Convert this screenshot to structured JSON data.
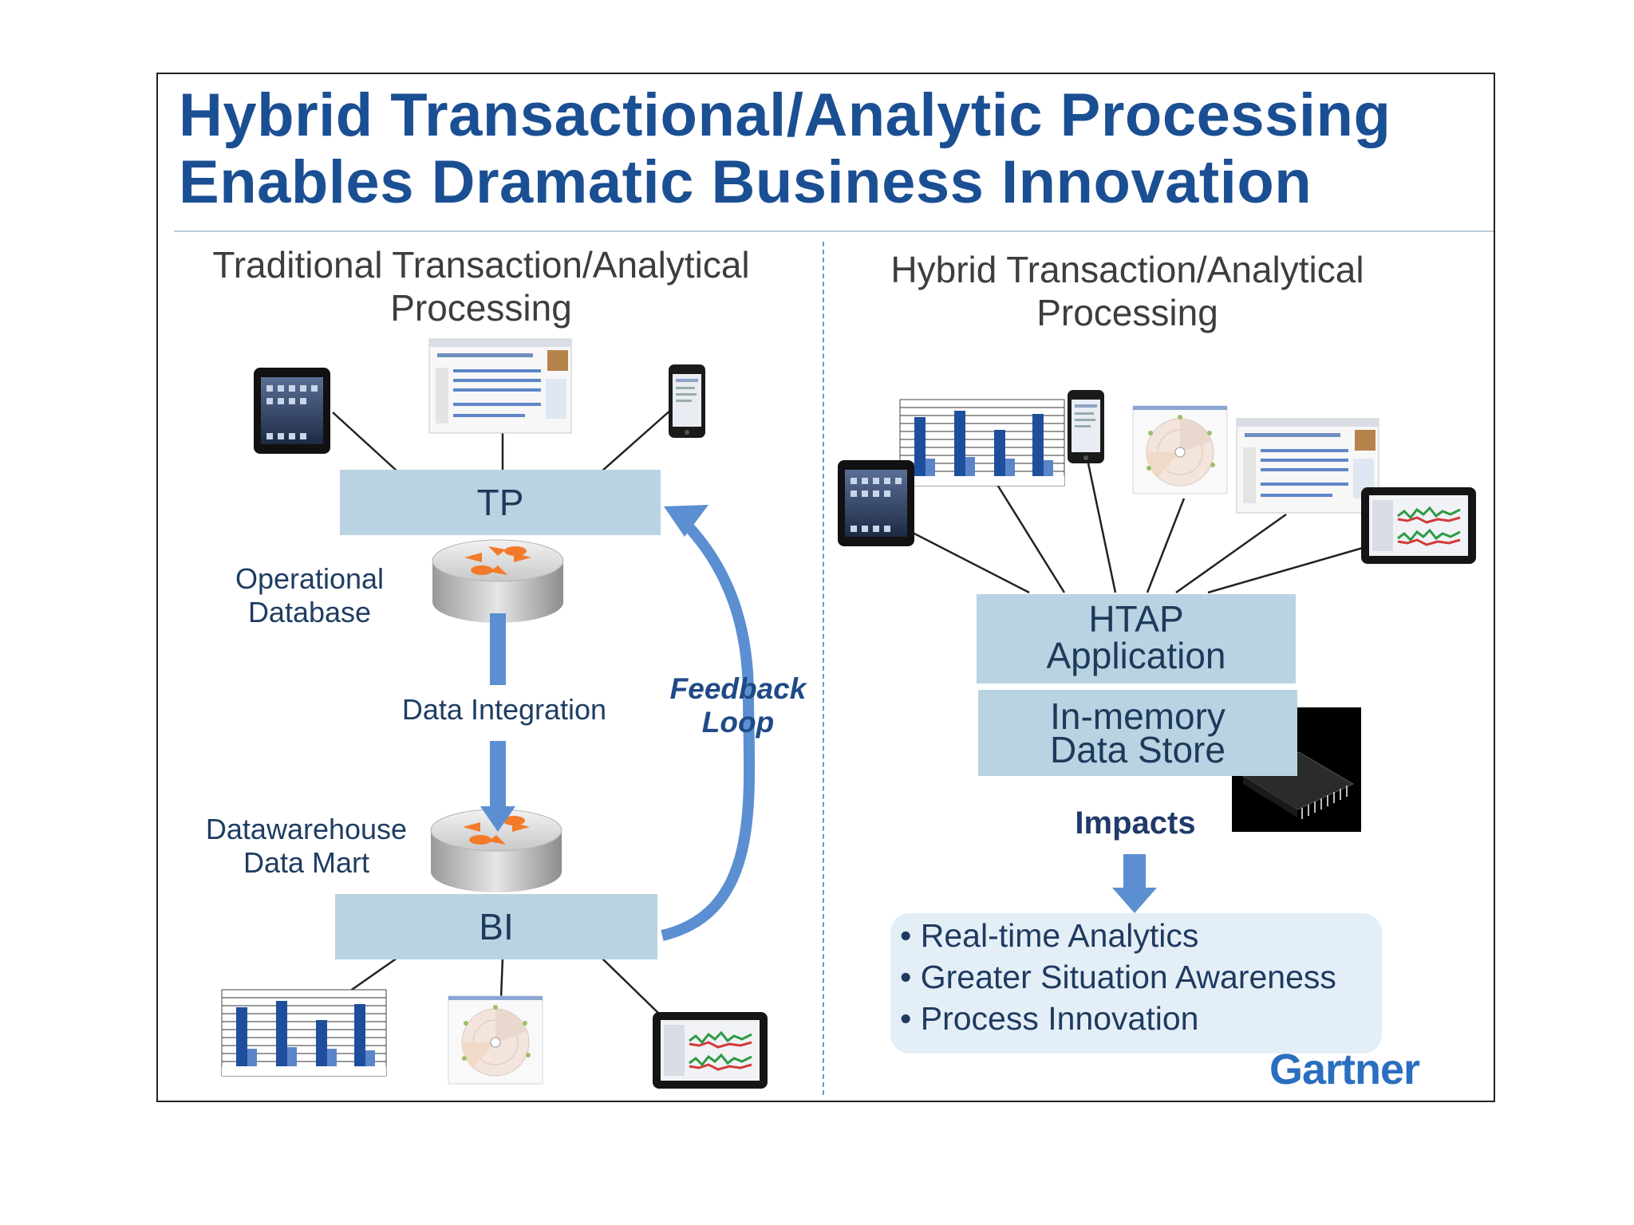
{
  "title": {
    "line1": "Hybrid Transactional/Analytic Processing",
    "line2": "Enables Dramatic Business Innovation"
  },
  "left": {
    "heading_line1": "Traditional Transaction/Analytical",
    "heading_line2": "Processing",
    "tp_label": "TP",
    "bi_label": "BI",
    "operational_db_line1": "Operational",
    "operational_db_line2": "Database",
    "data_integration": "Data Integration",
    "datawarehouse_line1": "Datawarehouse",
    "datawarehouse_line2": "Data Mart",
    "feedback_line1": "Feedback",
    "feedback_line2": "Loop"
  },
  "right": {
    "heading_line1": "Hybrid Transaction/Analytical",
    "heading_line2": "Processing",
    "htap_line1": "HTAP",
    "htap_line2": "Application",
    "inmemory_line1": "In-memory",
    "inmemory_line2": "Data Store",
    "impacts_label": "Impacts",
    "impacts": [
      "Real-time Analytics",
      "Greater Situation Awareness",
      "Process Innovation"
    ]
  },
  "logo": "Gartner",
  "colors": {
    "title": "#1b4f93",
    "box_fill": "#b9d3e2",
    "arrow": "#5b8fd1",
    "impact_fill": "#e3eef7",
    "divider": "#6f96c2"
  },
  "icons": [
    "tablet-icon",
    "web-dashboard-icon",
    "smartphone-icon",
    "database-icon",
    "bar-chart-icon",
    "radar-chart-icon",
    "monitor-dashboard-icon",
    "memory-chip-icon"
  ]
}
